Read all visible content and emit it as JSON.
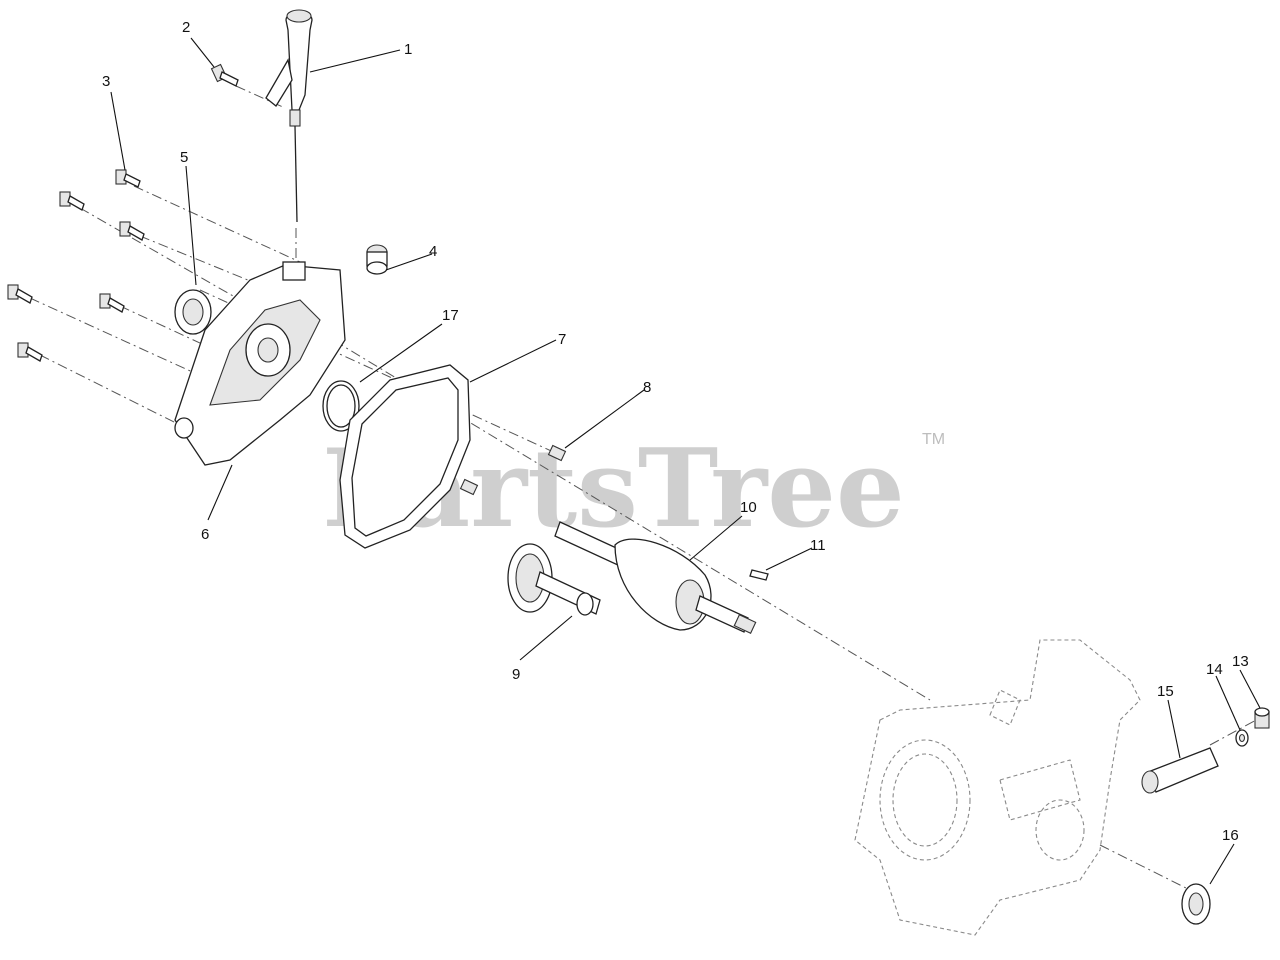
{
  "watermark": {
    "text": "PartsTree",
    "trademark": "TM"
  },
  "callouts": [
    {
      "id": "1",
      "label": "1"
    },
    {
      "id": "2",
      "label": "2"
    },
    {
      "id": "3",
      "label": "3"
    },
    {
      "id": "4",
      "label": "4"
    },
    {
      "id": "5",
      "label": "5"
    },
    {
      "id": "6",
      "label": "6"
    },
    {
      "id": "7",
      "label": "7"
    },
    {
      "id": "8",
      "label": "8"
    },
    {
      "id": "9",
      "label": "9"
    },
    {
      "id": "10",
      "label": "10"
    },
    {
      "id": "11",
      "label": "11"
    },
    {
      "id": "13",
      "label": "13"
    },
    {
      "id": "14",
      "label": "14"
    },
    {
      "id": "15",
      "label": "15"
    },
    {
      "id": "16",
      "label": "16"
    },
    {
      "id": "17",
      "label": "17"
    }
  ]
}
